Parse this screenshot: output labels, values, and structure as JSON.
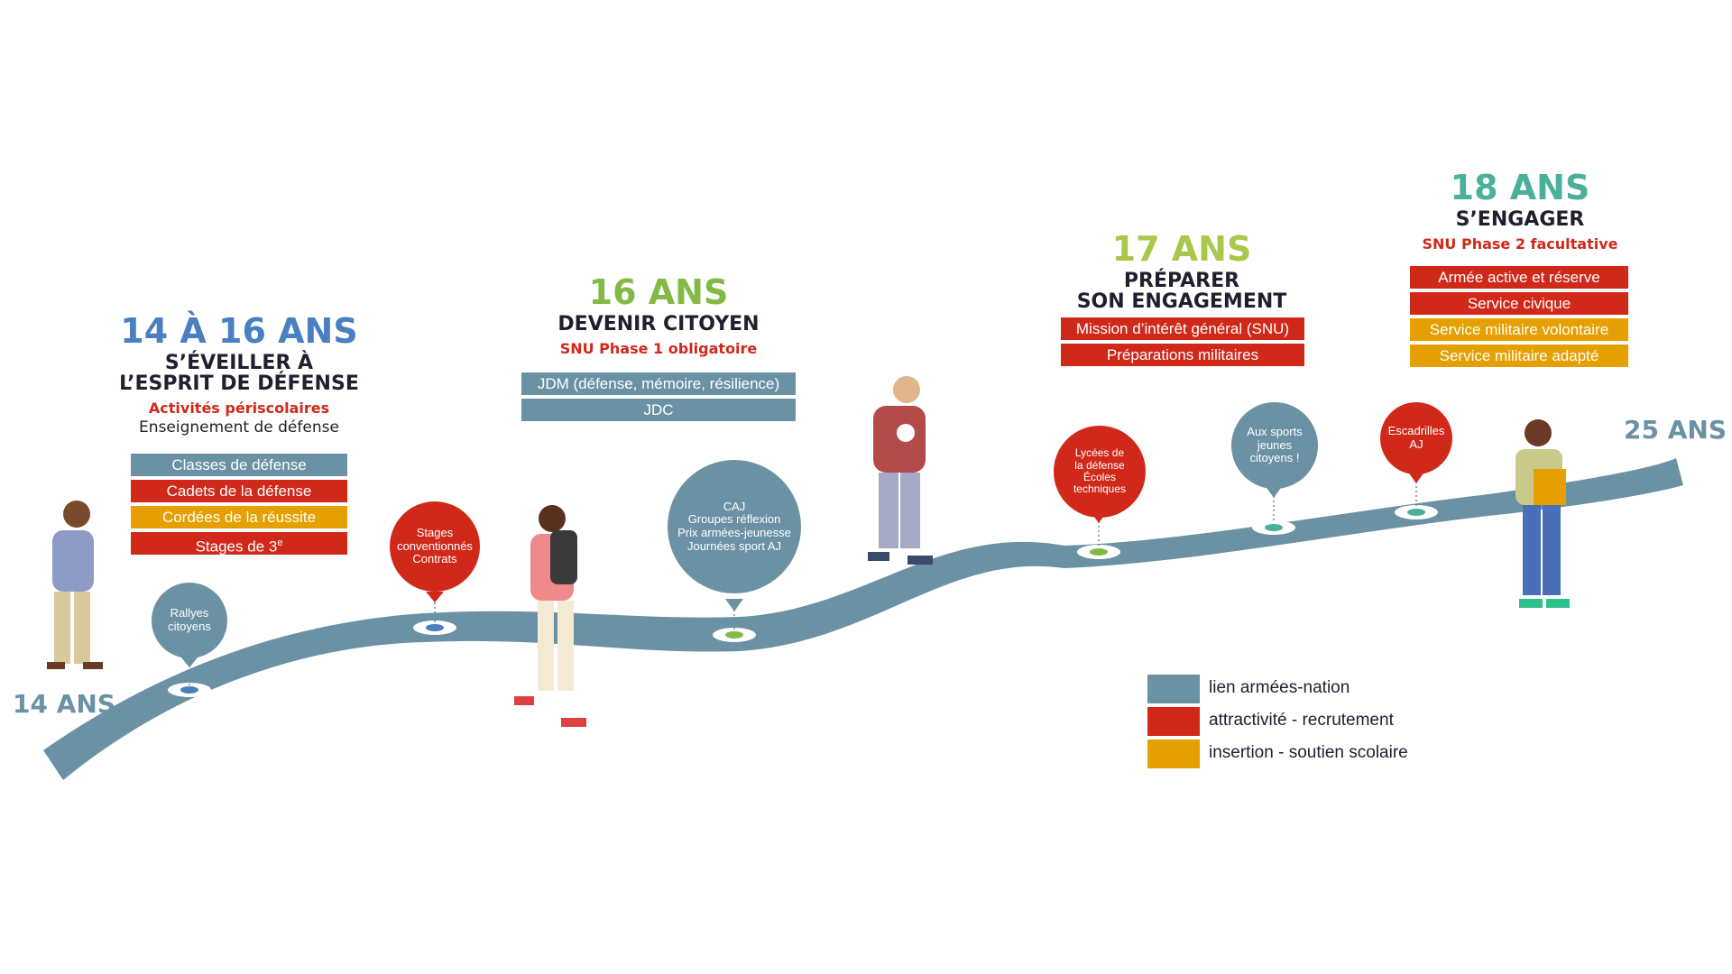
{
  "colors": {
    "slate": "#6b91a4",
    "red": "#d0291a",
    "orange": "#e5a000",
    "blue": "#4a7fc1",
    "green": "#82ba45",
    "teal": "#4ab09a",
    "dark": "#1f1f2e"
  },
  "path": {
    "start_label": "14 ANS",
    "end_label": "25 ANS"
  },
  "stage1": {
    "age": "14 À 16 ANS",
    "title_line1": "S’ÉVEILLER À",
    "title_line2": "L’ESPRIT DE DÉFENSE",
    "subtitle": "Activités périscolaires",
    "subtitle2": "Enseignement de défense",
    "items": [
      {
        "label": "Classes de défense",
        "category": "lien armées-nation"
      },
      {
        "label": "Cadets de la défense",
        "category": "attractivité - recrutement"
      },
      {
        "label": "Cordées de la réussite",
        "category": "insertion - soutien scolaire"
      },
      {
        "label": "Stages de 3e",
        "category": "attractivité - recrutement"
      }
    ]
  },
  "stage2": {
    "age": "16 ANS",
    "title": "DEVENIR CITOYEN",
    "subtitle": "SNU Phase 1 obligatoire",
    "items": [
      {
        "label": "JDM (défense, mémoire, résilience)",
        "category": "lien armées-nation"
      },
      {
        "label": "JDC",
        "category": "lien armées-nation"
      }
    ]
  },
  "stage3": {
    "age": "17 ANS",
    "title_line1": "PRÉPARER",
    "title_line2": "SON ENGAGEMENT",
    "items": [
      {
        "label": "Mission d’intérêt général (SNU)",
        "category": "attractivité - recrutement"
      },
      {
        "label": "Préparations militaires",
        "category": "attractivité - recrutement"
      }
    ]
  },
  "stage4": {
    "age": "18 ANS",
    "title": "S’ENGAGER",
    "subtitle": "SNU Phase 2 facultative",
    "items": [
      {
        "label": "Armée active et réserve",
        "category": "attractivité - recrutement"
      },
      {
        "label": "Service civique",
        "category": "attractivité - recrutement"
      },
      {
        "label": "Service militaire volontaire",
        "category": "insertion - soutien scolaire"
      },
      {
        "label": "Service militaire adapté",
        "category": "insertion - soutien scolaire"
      }
    ]
  },
  "bubbles": [
    {
      "text": "Rallyes\ncitoyens",
      "category": "lien armées-nation"
    },
    {
      "text": "Stages\nconventionnés\nContrats",
      "category": "attractivité - recrutement"
    },
    {
      "text": "CAJ\nGroupes réflexion\nPrix armées-jeunesse\nJournées sport AJ",
      "category": "lien armées-nation"
    },
    {
      "text": "Lycées de\nla défense\nÉcoles\ntechniques",
      "category": "attractivité - recrutement"
    },
    {
      "text": "Aux sports\njeunes\ncitoyens !",
      "category": "lien armées-nation"
    },
    {
      "text": "Escadrilles\nAJ",
      "category": "attractivité - recrutement"
    }
  ],
  "legend": [
    {
      "label": "lien armées-nation",
      "color": "#6b91a4"
    },
    {
      "label": "attractivité - recrutement",
      "color": "#d0291a"
    },
    {
      "label": "insertion - soutien scolaire",
      "color": "#e5a000"
    }
  ]
}
